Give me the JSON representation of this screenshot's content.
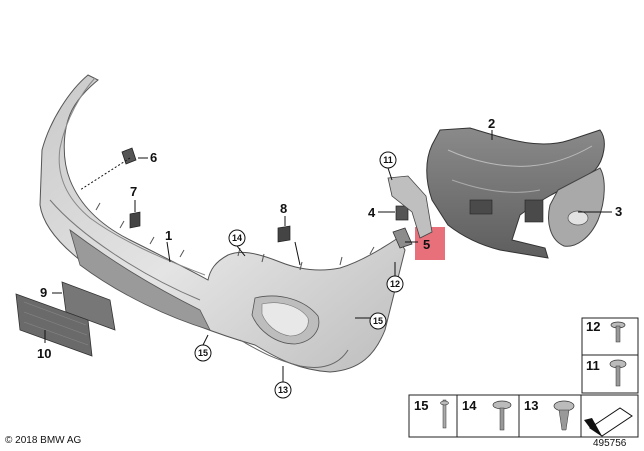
{
  "callouts": {
    "c1": "1",
    "c2": "2",
    "c3": "3",
    "c4": "4",
    "c5": "5",
    "c6": "6",
    "c7": "7",
    "c8": "8",
    "c9": "9",
    "c10": "10",
    "c11": "11",
    "c12": "12",
    "c13": "13",
    "c14": "14",
    "c15a": "15",
    "c15b": "15"
  },
  "legend": {
    "l12": "12",
    "l11": "11",
    "l15": "15",
    "l14": "14",
    "l13": "13"
  },
  "footer": {
    "copyright": "© 2018 BMW AG",
    "diagram_id": "495756"
  },
  "colors": {
    "part_light": "#d6d6d6",
    "part_mid": "#b3b3b3",
    "part_dark": "#6e6e6e",
    "highlight": "#e8707a"
  }
}
